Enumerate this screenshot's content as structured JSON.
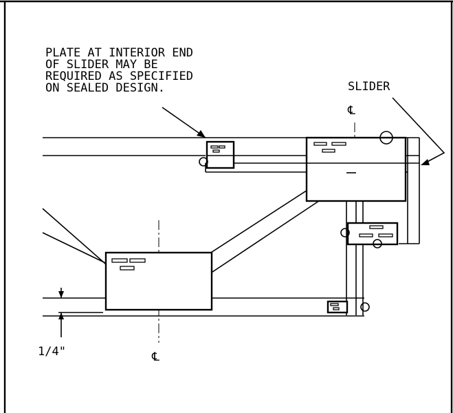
{
  "notes": {
    "plate_note": [
      "PLATE AT INTERIOR END",
      "OF SLIDER MAY BE",
      "REQUIRED AS SPECIFIED",
      "ON SEALED DESIGN."
    ],
    "slider_label": "SLIDER",
    "dimension_label": "1/4\"",
    "centerline_symbol": "℄"
  }
}
